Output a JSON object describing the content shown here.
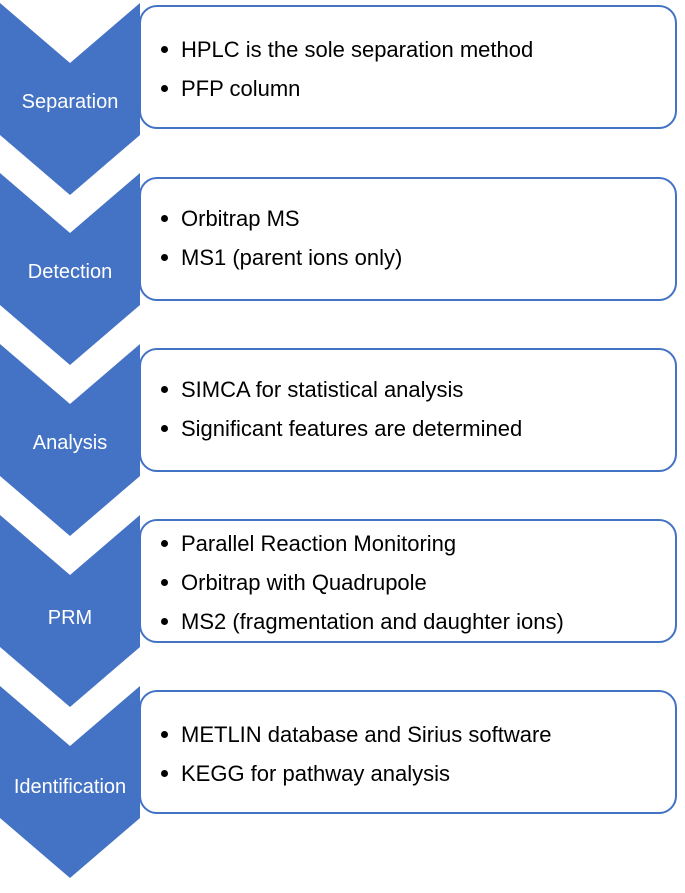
{
  "stages": [
    {
      "label": "Separation",
      "bullets": [
        "HPLC is the sole separation method",
        "PFP column"
      ]
    },
    {
      "label": "Detection",
      "bullets": [
        "Orbitrap MS",
        "MS1 (parent ions only)"
      ]
    },
    {
      "label": "Analysis",
      "bullets": [
        "SIMCA for statistical analysis",
        "Significant features are determined"
      ]
    },
    {
      "label": "PRM",
      "bullets": [
        "Parallel Reaction Monitoring",
        "Orbitrap with Quadrupole",
        "MS2 (fragmentation and daughter ions)"
      ]
    },
    {
      "label": "Identification",
      "bullets": [
        "METLIN database and Sirius software",
        "KEGG for pathway analysis"
      ]
    }
  ],
  "colors": {
    "chevron_fill": "#4472c4",
    "box_border": "#4472c4",
    "chevron_text": "#ffffff",
    "bullet_text": "#000000"
  }
}
